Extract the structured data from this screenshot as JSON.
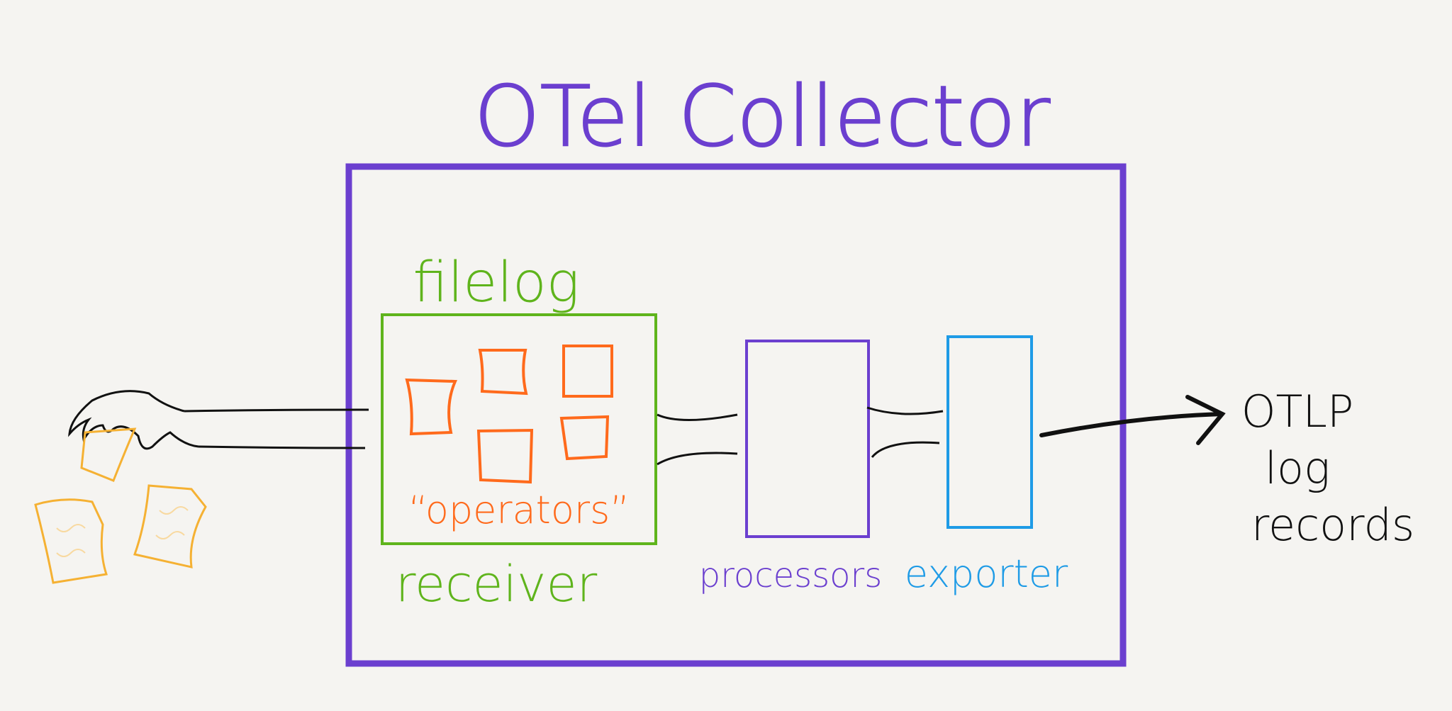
{
  "title": "OTel Collector",
  "receiver": {
    "name": "filelog",
    "type_label": "receiver",
    "inner_label": "“operators”"
  },
  "processors": {
    "label": "processors"
  },
  "exporter": {
    "label": "exporter"
  },
  "output": {
    "line1": "OTLP",
    "line2": "log",
    "line3": "records"
  },
  "colors": {
    "collector": "#6b3fcf",
    "receiver": "#5fb41c",
    "operators": "#ff6a1c",
    "processors": "#6b3fcf",
    "exporter": "#1e9be6",
    "logs": "#f5b133",
    "ink": "#111111"
  }
}
